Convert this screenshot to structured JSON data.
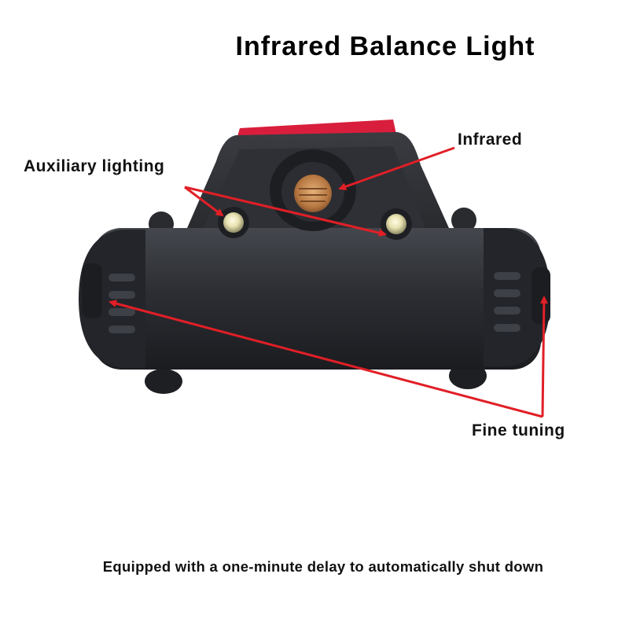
{
  "title": "Infrared Balance Light",
  "callouts": {
    "auxiliary": "Auxiliary lighting",
    "infrared": "Infrared",
    "fine_tuning": "Fine tuning"
  },
  "caption": "Equipped with a one-minute delay to automatically shut down",
  "colors": {
    "arrow": "#e11f26",
    "body": "#2a2c30",
    "accent_red": "#d81e3c",
    "sensor": "#c98a55"
  }
}
